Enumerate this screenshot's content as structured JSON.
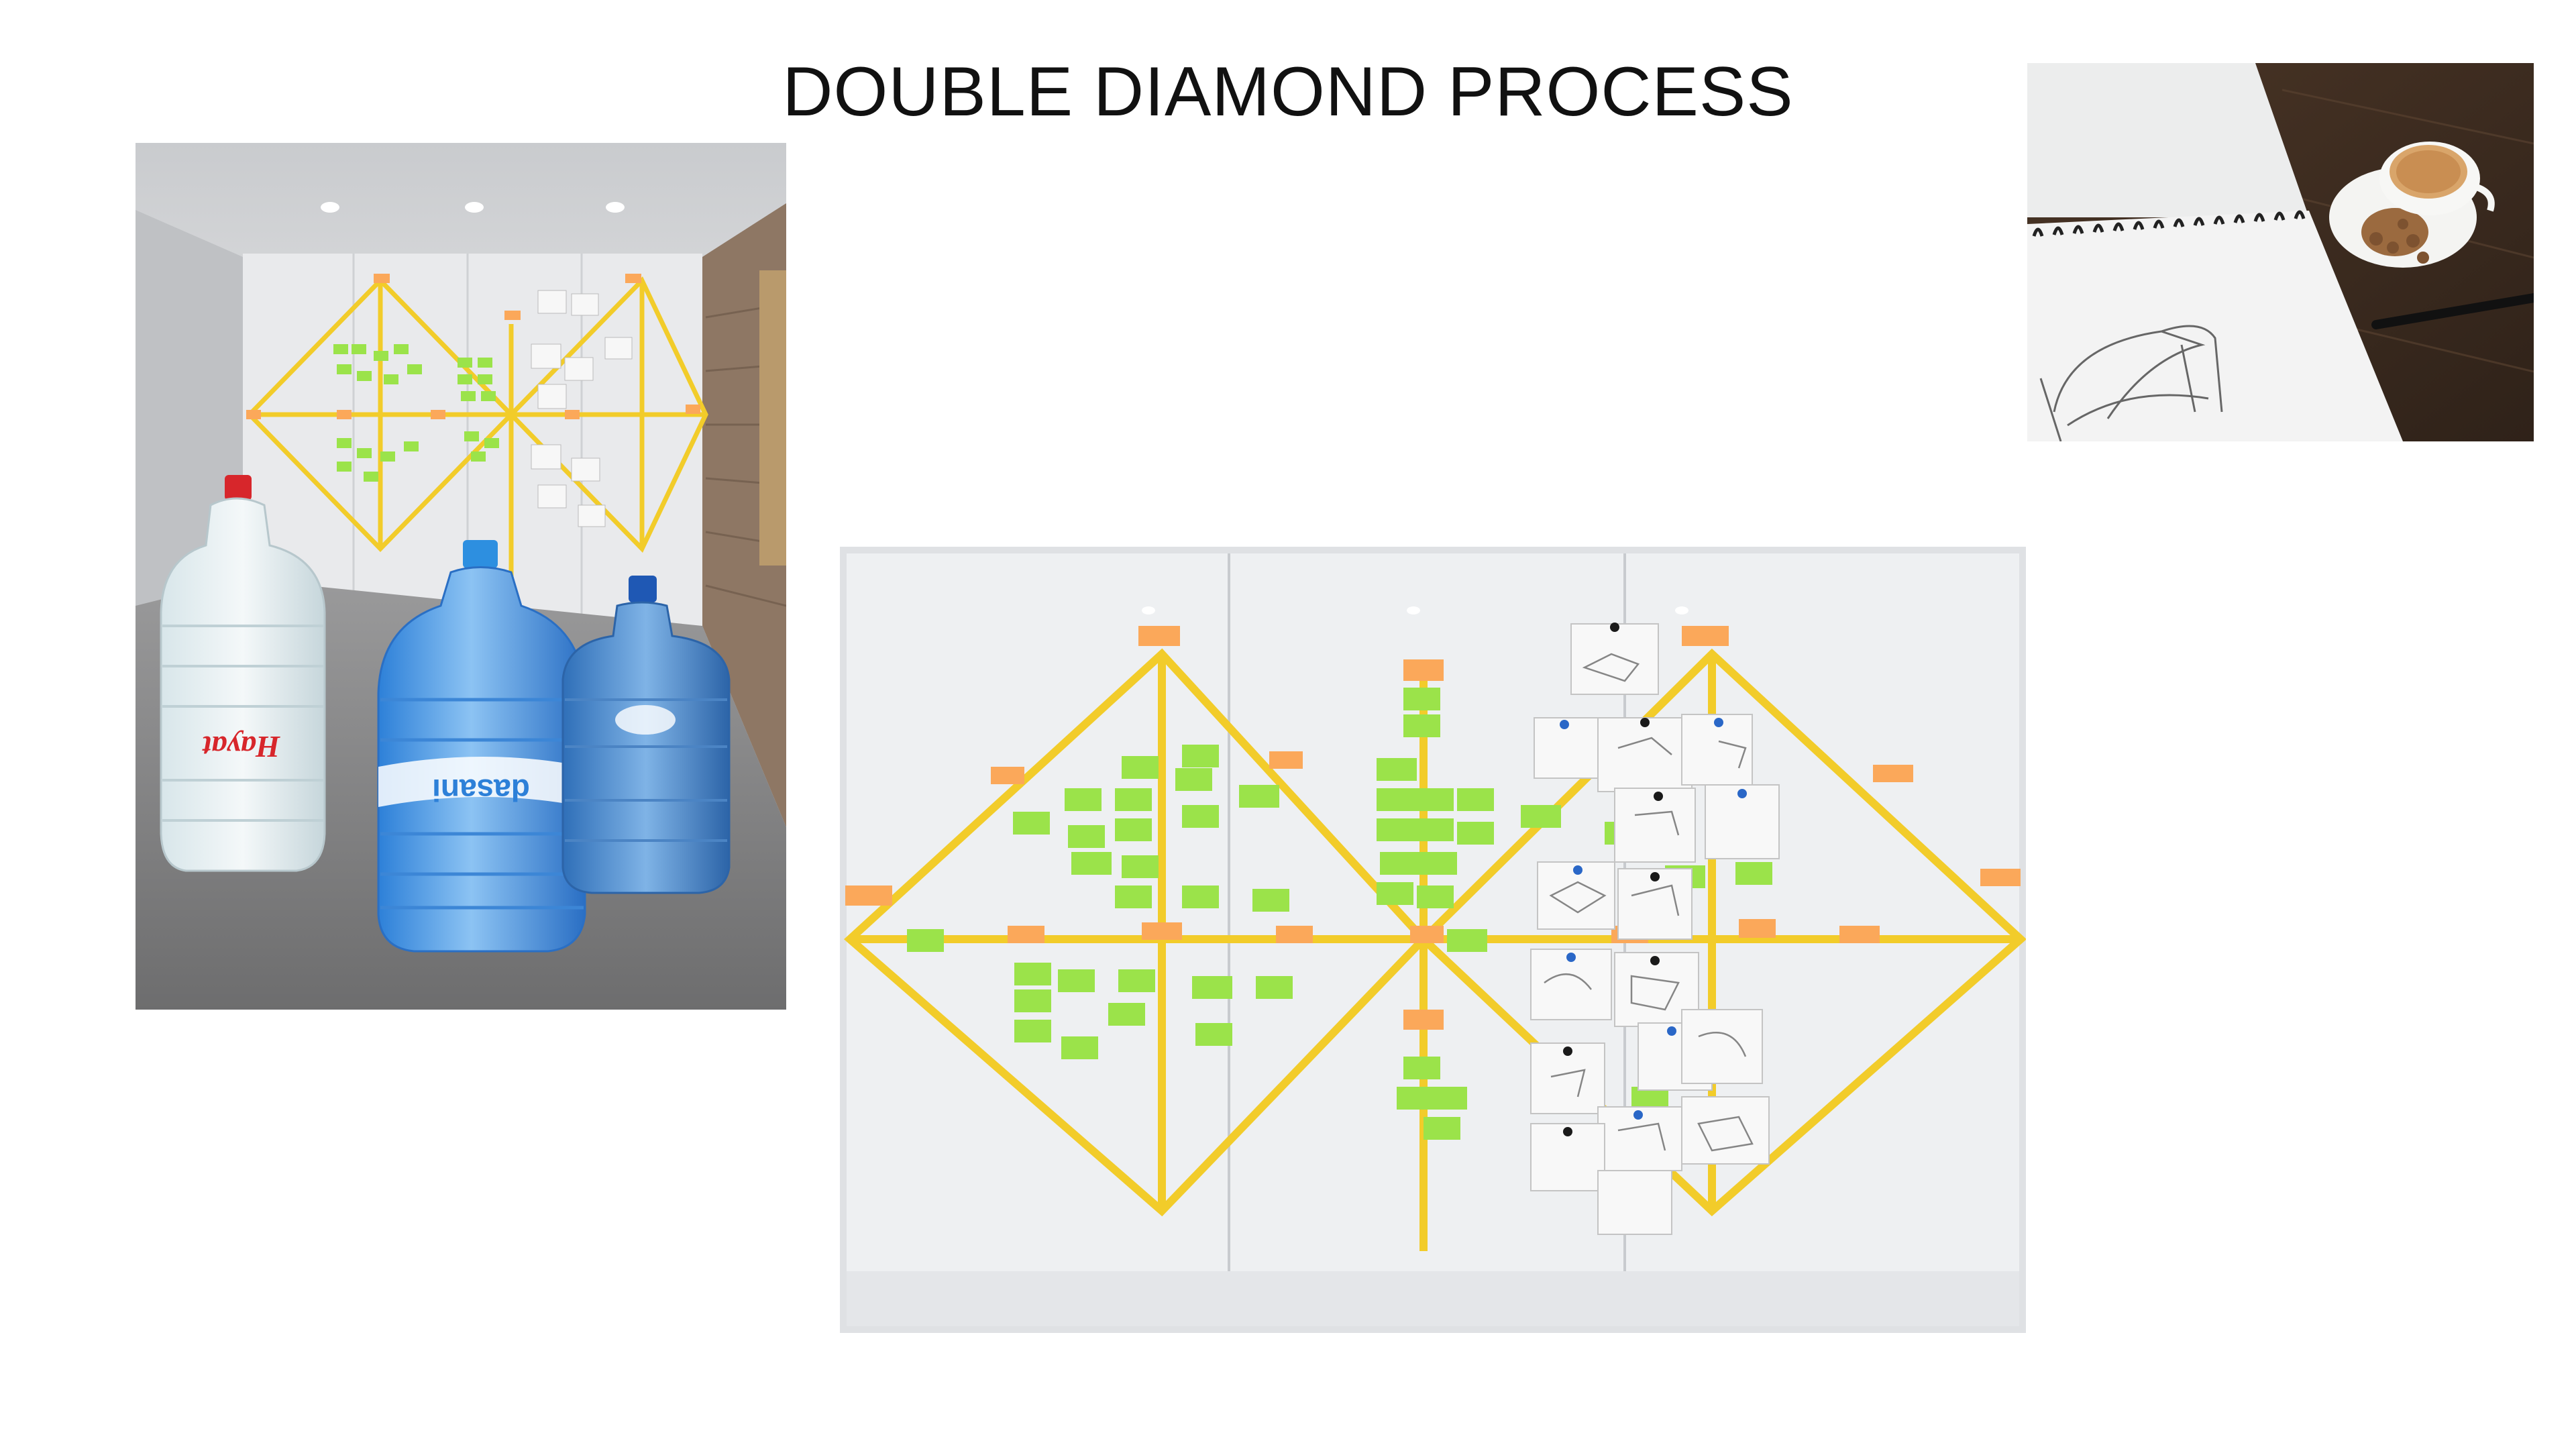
{
  "page": {
    "title": "DOUBLE DIAMOND PROCESS"
  },
  "photos": [
    {
      "id": "room",
      "depicts": "room-with-double-diamond-wall-and-water-bottles"
    },
    {
      "id": "board",
      "depicts": "whiteboard-double-diamond-with-sticky-notes-and-sketches"
    },
    {
      "id": "sketch",
      "depicts": "sketchbook-with-product-sketch-and-coffee"
    }
  ],
  "bottle_labels": {
    "left": "Hayat",
    "middle": "dasani"
  },
  "colors": {
    "tape": "#f2cc2a",
    "note_green": "#9be34a",
    "note_orange": "#fba85a",
    "board": "#eef0f2",
    "water": "#4f9ee8"
  }
}
